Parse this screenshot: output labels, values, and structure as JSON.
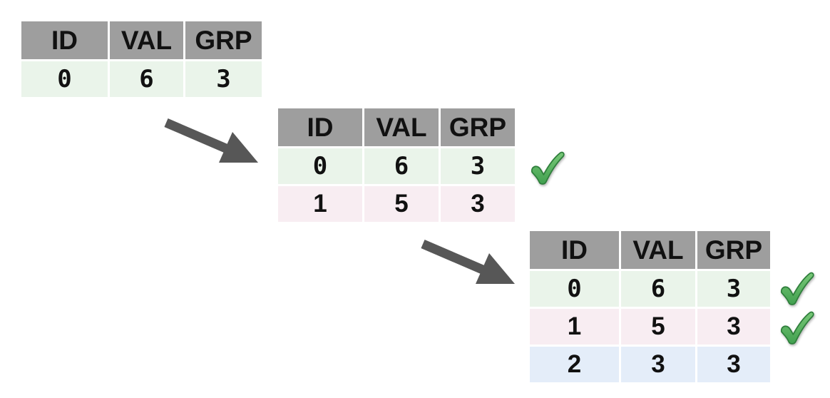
{
  "palette": {
    "header_bg": "#9e9e9e",
    "row_green": "#eaf4ea",
    "row_pink": "#f8edf2",
    "row_blue": "#e4edf9",
    "arrow": "#575757",
    "check_green": "#4caf50",
    "text": "#111111",
    "bg": "#ffffff"
  },
  "icons": {
    "check": "check-icon",
    "arrow": "arrow-down-right-icon"
  },
  "tables": [
    {
      "id": "step-1",
      "headers": [
        "ID",
        "VAL",
        "GRP"
      ],
      "rows": [
        {
          "cells": [
            "0",
            "6",
            "3"
          ],
          "variant": "green",
          "checked": false
        }
      ]
    },
    {
      "id": "step-2",
      "headers": [
        "ID",
        "VAL",
        "GRP"
      ],
      "rows": [
        {
          "cells": [
            "0",
            "6",
            "3"
          ],
          "variant": "green",
          "checked": true
        },
        {
          "cells": [
            "1",
            "5",
            "3"
          ],
          "variant": "pink",
          "checked": false
        }
      ]
    },
    {
      "id": "step-3",
      "headers": [
        "ID",
        "VAL",
        "GRP"
      ],
      "rows": [
        {
          "cells": [
            "0",
            "6",
            "3"
          ],
          "variant": "green",
          "checked": true
        },
        {
          "cells": [
            "1",
            "5",
            "3"
          ],
          "variant": "pink",
          "checked": true
        },
        {
          "cells": [
            "2",
            "3",
            "3"
          ],
          "variant": "blue",
          "checked": false
        }
      ]
    }
  ]
}
